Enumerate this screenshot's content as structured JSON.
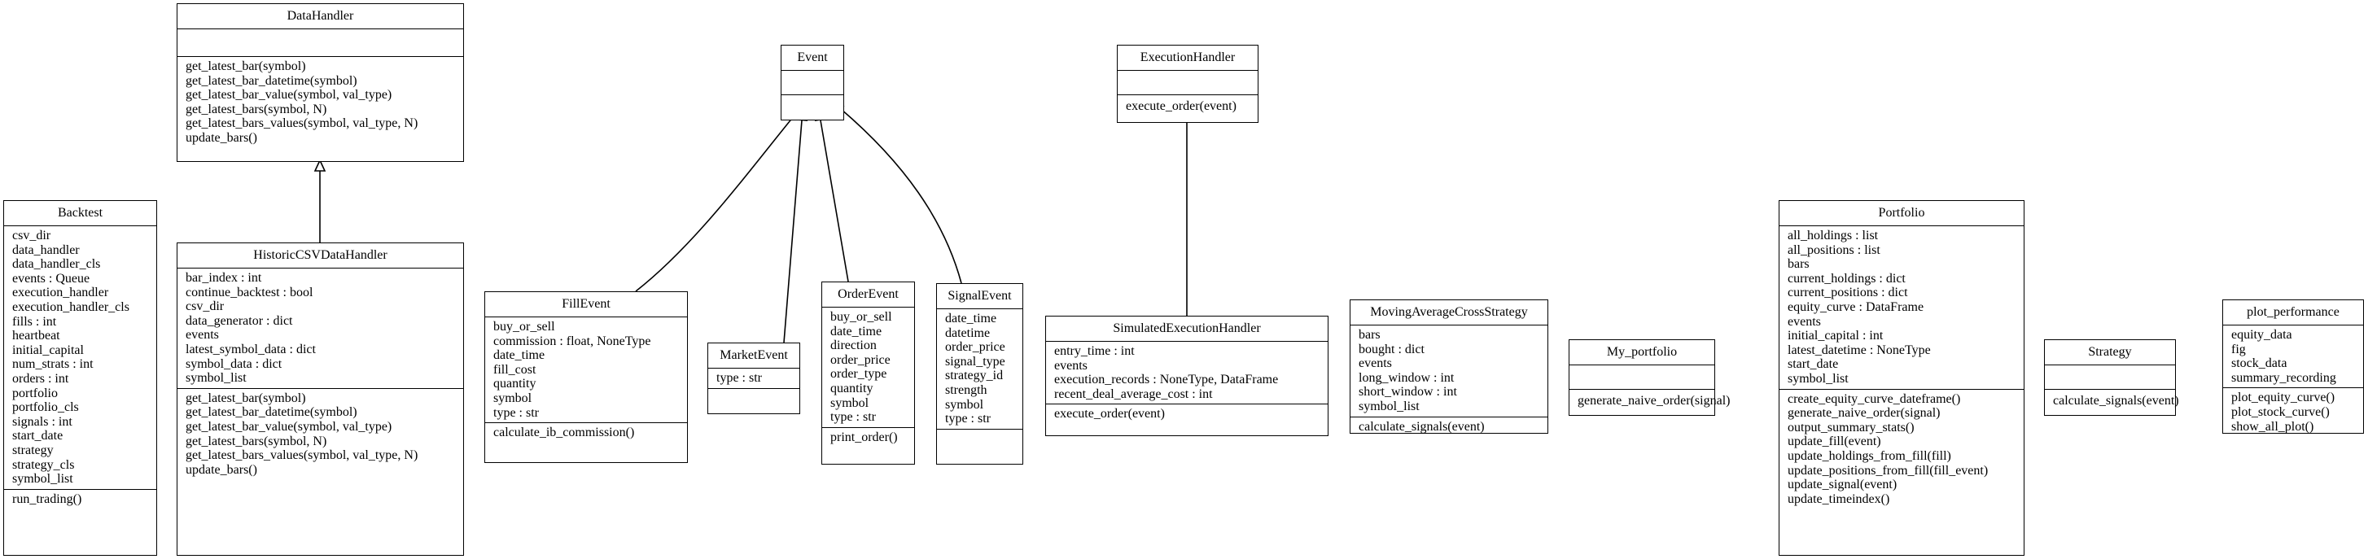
{
  "classes": [
    {
      "key": "datahandler",
      "name": "DataHandler",
      "attributes": [],
      "methods": [
        "get_latest_bar(symbol)",
        "get_latest_bar_datetime(symbol)",
        "get_latest_bar_value(symbol, val_type)",
        "get_latest_bars(symbol, N)",
        "get_latest_bars_values(symbol, val_type, N)",
        "update_bars()"
      ]
    },
    {
      "key": "event",
      "name": "Event",
      "attributes": [],
      "methods": []
    },
    {
      "key": "executionhandler",
      "name": "ExecutionHandler",
      "attributes": [],
      "methods": [
        "execute_order(event)"
      ]
    },
    {
      "key": "backtest",
      "name": "Backtest",
      "attributes": [
        "csv_dir",
        "data_handler",
        "data_handler_cls",
        "events : Queue",
        "execution_handler",
        "execution_handler_cls",
        "fills : int",
        "heartbeat",
        "initial_capital",
        "num_strats : int",
        "orders : int",
        "portfolio",
        "portfolio_cls",
        "signals : int",
        "start_date",
        "strategy",
        "strategy_cls",
        "symbol_list"
      ],
      "methods": [
        "run_trading()"
      ]
    },
    {
      "key": "historiccsvdatahandler",
      "name": "HistoricCSVDataHandler",
      "attributes": [
        "bar_index : int",
        "continue_backtest : bool",
        "csv_dir",
        "data_generator : dict",
        "events",
        "latest_symbol_data : dict",
        "symbol_data : dict",
        "symbol_list"
      ],
      "methods": [
        "get_latest_bar(symbol)",
        "get_latest_bar_datetime(symbol)",
        "get_latest_bar_value(symbol, val_type)",
        "get_latest_bars(symbol, N)",
        "get_latest_bars_values(symbol, val_type, N)",
        "update_bars()"
      ]
    },
    {
      "key": "fillevent",
      "name": "FillEvent",
      "attributes": [
        "buy_or_sell",
        "commission : float, NoneType",
        "date_time",
        "fill_cost",
        "quantity",
        "symbol",
        "type : str"
      ],
      "methods": [
        "calculate_ib_commission()"
      ]
    },
    {
      "key": "marketevent",
      "name": "MarketEvent",
      "attributes": [
        "type : str"
      ],
      "methods": []
    },
    {
      "key": "orderevent",
      "name": "OrderEvent",
      "attributes": [
        "buy_or_sell",
        "date_time",
        "direction",
        "order_price",
        "order_type",
        "quantity",
        "symbol",
        "type : str"
      ],
      "methods": [
        "print_order()"
      ]
    },
    {
      "key": "signalevent",
      "name": "SignalEvent",
      "attributes": [
        "date_time",
        "datetime",
        "order_price",
        "signal_type",
        "strategy_id",
        "strength",
        "symbol",
        "type : str"
      ],
      "methods": []
    },
    {
      "key": "simulatedexecutionhandler",
      "name": "SimulatedExecutionHandler",
      "attributes": [
        "entry_time : int",
        "events",
        "execution_records : NoneType, DataFrame",
        "recent_deal_average_cost : int"
      ],
      "methods": [
        "execute_order(event)"
      ]
    },
    {
      "key": "movingaveragecrossstrategy",
      "name": "MovingAverageCrossStrategy",
      "attributes": [
        "bars",
        "bought : dict",
        "events",
        "long_window : int",
        "short_window : int",
        "symbol_list"
      ],
      "methods": [
        "calculate_signals(event)"
      ]
    },
    {
      "key": "my_portfolio",
      "name": "My_portfolio",
      "attributes": [],
      "methods": [
        "generate_naive_order(signal)"
      ]
    },
    {
      "key": "portfolio",
      "name": "Portfolio",
      "attributes": [
        "all_holdings : list",
        "all_positions : list",
        "bars",
        "current_holdings : dict",
        "current_positions : dict",
        "equity_curve : DataFrame",
        "events",
        "initial_capital : int",
        "latest_datetime : NoneType",
        "start_date",
        "symbol_list"
      ],
      "methods": [
        "create_equity_curve_dateframe()",
        "generate_naive_order(signal)",
        "output_summary_stats()",
        "update_fill(event)",
        "update_holdings_from_fill(fill)",
        "update_positions_from_fill(fill_event)",
        "update_signal(event)",
        "update_timeindex()"
      ]
    },
    {
      "key": "strategy",
      "name": "Strategy",
      "attributes": [],
      "methods": [
        "calculate_signals(event)"
      ]
    },
    {
      "key": "plot_performance",
      "name": "plot_performance",
      "attributes": [
        "equity_data",
        "fig",
        "stock_data",
        "summary_recording"
      ],
      "methods": [
        "plot_equity_curve()",
        "plot_stock_curve()",
        "show_all_plot()"
      ]
    }
  ],
  "inheritance": [
    {
      "from": "historiccsvdatahandler",
      "to": "datahandler"
    },
    {
      "from": "fillevent",
      "to": "event"
    },
    {
      "from": "marketevent",
      "to": "event"
    },
    {
      "from": "orderevent",
      "to": "event"
    },
    {
      "from": "signalevent",
      "to": "event"
    },
    {
      "from": "simulatedexecutionhandler",
      "to": "executionhandler"
    }
  ]
}
